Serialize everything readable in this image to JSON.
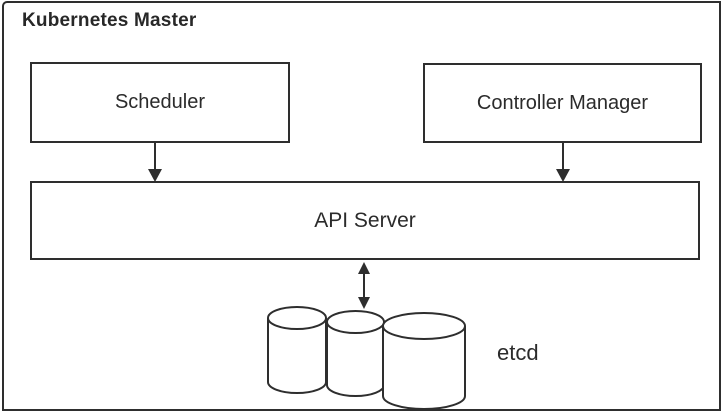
{
  "diagram": {
    "title": "Kubernetes Master",
    "nodes": {
      "scheduler": {
        "label": "Scheduler"
      },
      "controller_manager": {
        "label": "Controller Manager"
      },
      "api_server": {
        "label": "API Server"
      },
      "etcd": {
        "label": "etcd",
        "icon": "database-cylinder-cluster"
      }
    },
    "edges": [
      {
        "from": "scheduler",
        "to": "api_server",
        "type": "arrow-down"
      },
      {
        "from": "controller_manager",
        "to": "api_server",
        "type": "arrow-down"
      },
      {
        "from": "api_server",
        "to": "etcd",
        "type": "double-arrow-vertical"
      }
    ],
    "colors": {
      "line": "#2e2e2e",
      "text": "#2b2b2b",
      "background": "#ffffff"
    }
  }
}
